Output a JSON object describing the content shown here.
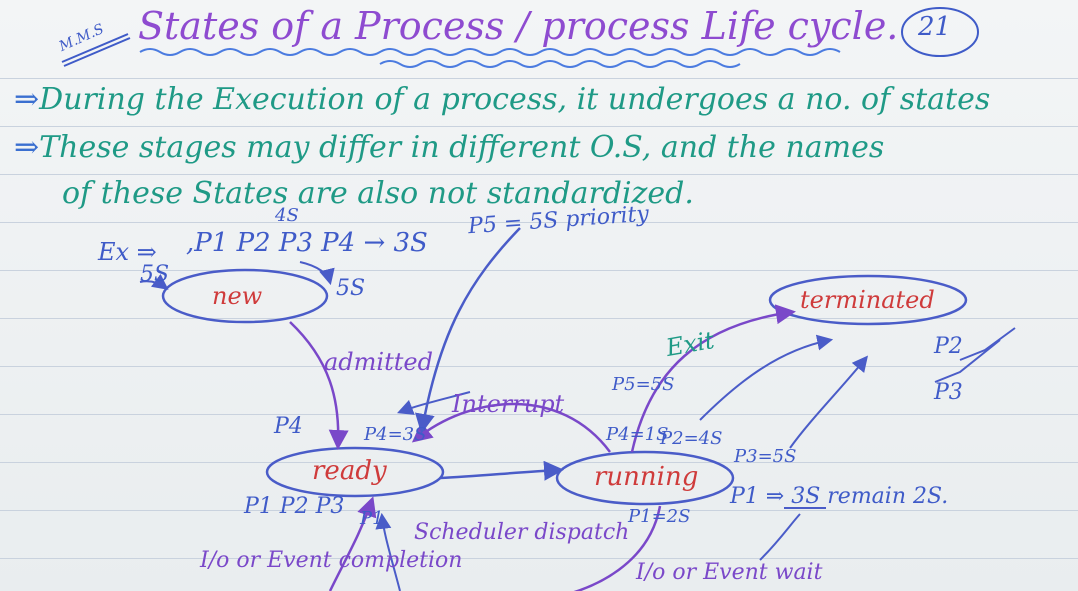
{
  "page": {
    "corner_mark": "M.M.S",
    "title": "States of a Process / process Life cycle.",
    "page_number": "21"
  },
  "bullets": [
    "During the Execution of a process, it undergoes a no. of states",
    "These stages may differ in different O.S, and the names",
    "of these States are also not standardized."
  ],
  "example": {
    "label": "Ex ⇒",
    "processes": ",P1 P2 P3 P4 → 3S",
    "p2_time": "4S",
    "new_in_time": "5S",
    "new_out_time": "5S",
    "p5_note": "P5 = 5S priority"
  },
  "states": {
    "new": "new",
    "ready": "ready",
    "running": "running",
    "terminated": "terminated"
  },
  "transitions": {
    "admitted": "admitted",
    "interrupt": "Interrupt",
    "scheduler_dispatch": "Scheduler dispatch",
    "exit": "Exit",
    "io_wait": "I/o or Event wait",
    "io_completion": "I/o or Event completion"
  },
  "annotations": {
    "p4_ready": "P4",
    "p4_eq": "P4=3S",
    "ready_queue": "P1 P2 P3",
    "p1_up": "P1",
    "p5_run": "P5=5S",
    "p4_run": "P4=1S",
    "p2_run": "P2=4S",
    "p3_run": "P3=5S",
    "p1_run": "P1=2S",
    "p1_remain": "P1 ⇒ 3S  remain 2S.",
    "term_p2": "P2",
    "term_p3": "P3"
  },
  "colors": {
    "title": "#8e4bd0",
    "text_teal": "#1f9a86",
    "state_red": "#cf3b3b",
    "ink_blue": "#3f5bc8",
    "ink_purple": "#7a48c9",
    "rule": "#c9d2de"
  }
}
